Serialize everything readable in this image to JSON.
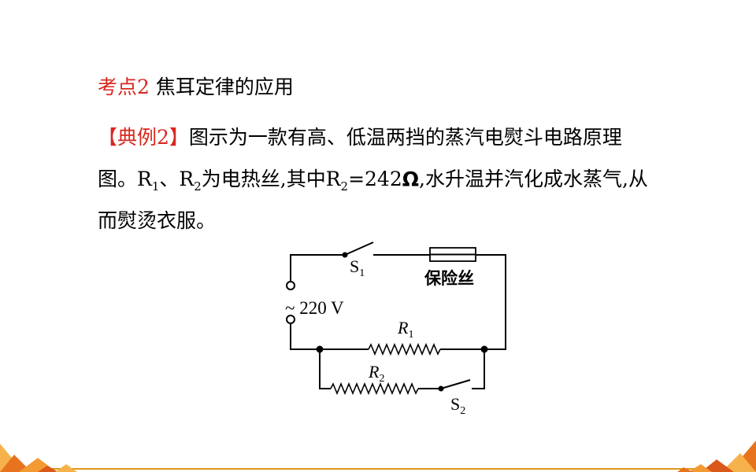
{
  "heading": {
    "prefix": "考点2",
    "title": "焦耳定律的应用"
  },
  "problem": {
    "tag": "【典例2】",
    "line1_text": "图示为一款有高、低温两挡的蒸汽电熨斗电路原理",
    "line2_a": "图。R",
    "sub1": "1",
    "line2_b": "、R",
    "sub2": "2",
    "line2_c": "为电热丝,其中R",
    "sub3": "2",
    "line2_d": "=242",
    "omega": "Ω",
    "line2_e": ",水升温并汽化成水蒸气,从",
    "line3": "而熨烫衣服。"
  },
  "circuit": {
    "s1_letter": "S",
    "s1_sub": "1",
    "fuse_label": "保险丝",
    "source_label": "~ 220 V",
    "r1_letter": "R",
    "r1_sub": "1",
    "r2_letter": "R",
    "r2_sub": "2",
    "s2_letter": "S",
    "s2_sub": "2"
  },
  "colors": {
    "accent_red": "#d9261c",
    "decor_orange": "#e8731e"
  }
}
